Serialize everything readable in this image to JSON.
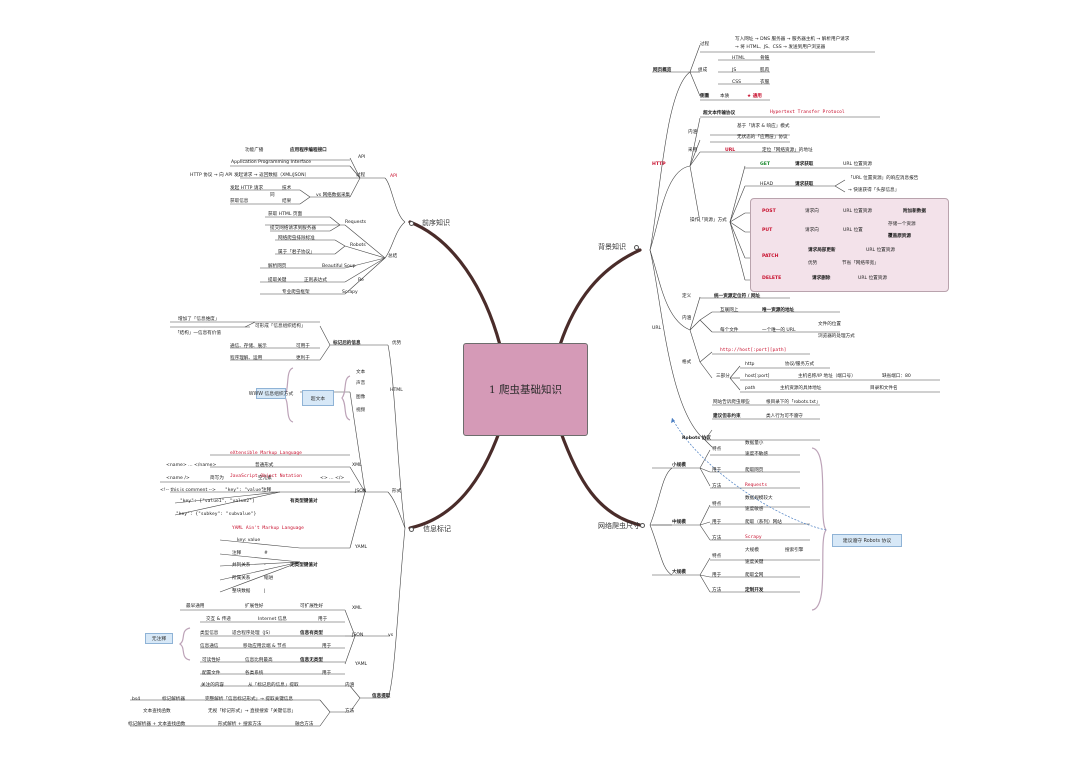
{
  "root": {
    "title": "1 爬虫基础知识"
  },
  "branches": {
    "background": "背景知识",
    "network": "网络爬虫尺寸",
    "prerequisite": "前序知识",
    "markup": "信息标记"
  },
  "bg": {
    "webpage": "网页概览",
    "process_label": "过程",
    "process_line1": "写入网址 → DNS 服务器 → 服务器主机 → 解析用户请求",
    "process_line2": "→ 将 HTML、JS、CSS → 发送到用户浏览器",
    "comp_label": "组成",
    "html": "HTML",
    "html_v": "骨骼",
    "js": "JS",
    "js_v": "肌肉",
    "css": "CSS",
    "css_v": "衣服",
    "focus_label": "侧重",
    "focus_v1": "本质",
    "focus_v2": "★ 通用",
    "http": "HTTP",
    "hyper": "超文本传输协议",
    "hyper_en": "Hypertext Transfer Protocol",
    "content_label": "内涵",
    "content_v1": "基于「请求 & 响应」模式",
    "content_v2": "无状态的「应用层」协议",
    "use_label": "采用",
    "url": "URL",
    "url_desc": "定位「网络资源」的地址",
    "op_label": "操作「资源」方式",
    "get": "GET",
    "get_v": "请求获取",
    "get_url": "URL 位置资源",
    "head": "HEAD",
    "head_v": "请求获取",
    "head_a": "「URL 位置资源」的响应消息报告",
    "head_b": "→ 快速获得「头部信息」",
    "post": "POST",
    "post_a": "请求向",
    "post_url": "URL 位置资源",
    "post_v": "附加新数据",
    "put": "PUT",
    "put_a": "请求向",
    "put_url": "URL 位置",
    "put_b": "存储一个资源",
    "put_c": "覆盖原资源",
    "patch": "PATCH",
    "patch_v": "请求局部更新",
    "patch_url": "URL 位置资源",
    "patch_a": "优势",
    "patch_b": "节省「网络带宽」",
    "delete": "DELETE",
    "delete_v": "请求删除",
    "delete_url": "URL 位置资源",
    "url2": "URL",
    "url_def_label": "定义",
    "url_def": "统一资源定位符 / 网址",
    "inner_label": "内涵",
    "inner_a": "互联网上",
    "inner_a_v": "唯一资源的地址",
    "inner_b": "每个文件",
    "inner_b_v": "一个唯一的 URL",
    "inner_b_x1": "文件的位置",
    "inner_b_x2": "浏览器的处理方式",
    "format_label": "格式",
    "format_str": "http://host[:port][path]",
    "comp2_label": "三部分",
    "f_http": "http",
    "f_http_v": "协议/服务方式",
    "f_host": "host[:port]",
    "f_host_v": "主机名称/IP 地址（端口号）",
    "f_host_x": "缺省端口：80",
    "f_path": "path",
    "f_path_v": "主机资源的具体地址",
    "f_path_x": "目录和文件名",
    "robots": "Robots 协议",
    "robots_a": "网站告诉爬虫哪些",
    "robots_a2": "根目录下的「robots.txt」",
    "robots_b": "建议但非约束",
    "robots_b2": "类人行为可不遵守"
  },
  "net": {
    "small": "小规模",
    "s_feat": "特点",
    "s_f1": "数据量小",
    "s_f2": "速度不敏感",
    "s_use": "用于",
    "s_use_v": "爬取网页",
    "s_method": "方法",
    "s_method_v": "Requests",
    "mid": "中规模",
    "m_feat": "特点",
    "m_f1": "数据规模较大",
    "m_f2": "速度敏感",
    "m_use": "用于",
    "m_use_v": "爬取（系列）网站",
    "m_method": "方法",
    "m_method_v": "Scrapy",
    "large": "大规模",
    "l_feat": "特点",
    "l_f1": "大规模",
    "l_f1b": "搜索引擎",
    "l_f2": "速度关键",
    "l_use": "用于",
    "l_use_v": "爬取全网",
    "l_method": "方法",
    "l_method_v": "定制开发",
    "note": "建议遵守 Robots 协议"
  },
  "pre": {
    "api": "API",
    "api_a": "应用程序编程接口",
    "api_a0": "功能广播",
    "api_en": "Application Programming Interface",
    "api_proc": "过程",
    "api_proc_v": "HTTP 协议 → 向 API 发起请求 → 返回数据（XML/JSON）",
    "same": "同",
    "same_a": "发起 HTTP 请求",
    "same_a2": "技术",
    "same_b": "获取信息",
    "same_b2": "结果",
    "same_vs": "vs 网络数据采集",
    "tool": "总结",
    "req": "Requests",
    "req_a": "获取 HTML 页面",
    "req_b": "提交网络请求到服务器",
    "rob": "Robots",
    "rob_a": "网络爬虫排除标准",
    "rob_b": "属于「君子协议」",
    "bs": "Beautiful Soup",
    "bs_a": "解析网页",
    "re": "Re",
    "re_a": "正则表达式",
    "re_a0": "提取关键",
    "scrapy": "Scrapy",
    "scrapy_a": "专业爬虫框架"
  },
  "mk": {
    "purpose": "标记后的信息",
    "purpose_label": "优势",
    "p1": "增加了「信息维度」",
    "p2": "可形成「信息组织结构」",
    "p3": "「结构」一信息有价值",
    "p4": "通信、存储、展示",
    "p4b": "可用于",
    "p5": "程序理解、运用",
    "p5b": "更利于",
    "html": "HTML",
    "www": "WWW 信息组织方式",
    "hyper": "超文本",
    "h1": "文本",
    "h2": "声音",
    "h3": "图像",
    "h4": "视频",
    "format": "形式",
    "xml": "XML",
    "xml_en": "eXtensible Markup Language",
    "xml_a": "<name> ... </name>",
    "xml_a2": "普通形式",
    "xml_b": "<name />",
    "xml_b2": "空元素",
    "xml_b0": "简写为",
    "xml_b3": "<> ... </>",
    "xml_c": "<!-- this is comment -->",
    "xml_c2": "注释",
    "json": "JSON",
    "json_en": "JavaScript Object Notation",
    "json_a": "\"key\": \"value\"",
    "json_b": "\"key\": [\"value1\", \"value2\"]",
    "json_b2": "有类型键值对",
    "json_c": "\"key\": {\"subkey\": \"subvalue\"}",
    "yaml": "YAML",
    "yaml_en": "YAML Ain't Markup Language",
    "yaml_a": "key: value",
    "yaml_b": "注释",
    "yaml_b2": "#",
    "yaml_c": "并列关系",
    "yaml_c2": "-",
    "yaml_d": "所属关系",
    "yaml_d2": "缩进",
    "yaml_e": "整块数据",
    "yaml_e2": "|",
    "yaml_v": "无类型键值对",
    "vs": "vs",
    "vs_xml": "XML",
    "vs_xml_a": "最早通用",
    "vs_xml_a2": "扩展性好",
    "vs_xml_a3": "可扩展性好",
    "vs_xml_b": "交互 & 传递",
    "vs_xml_b2": "Internet 信息",
    "vs_xml_b3": "用于",
    "vs_json": "JSON",
    "vs_json_a": "类型信息",
    "vs_json_a2": "适合程序处理（JS）",
    "vs_json_a3": "信息有类型",
    "vs_json_b": "信息通信",
    "vs_json_b2": "移动应用云端 & 节点",
    "vs_json_b3": "用于",
    "vs_json_note": "无注释",
    "vs_yaml": "YAML",
    "vs_yaml_a": "可读性好",
    "vs_yaml_a2": "信息比例最高",
    "vs_yaml_a3": "信息无类型",
    "vs_yaml_b": "配置文件",
    "vs_yaml_b2": "各类系统",
    "vs_yaml_b3": "用于",
    "extract": "信息提取",
    "ex_a": "从「标记后的信息」提取",
    "ex_a0": "关注的内容",
    "ex_a2": "内涵",
    "ex_b": "方法",
    "ex_b1": "bs4",
    "ex_b2": "标记解析器",
    "ex_b3": "完整解析「信息标记形式」→ 提取关键信息",
    "ex_c": "无视「标记形式」→ 直接搜索「关键信息」",
    "ex_c0": "文本查找函数",
    "ex_d": "标记解析器 + 文本查找函数",
    "ex_d2": "形式解析 + 搜索方法",
    "ex_d3": "融合方法"
  }
}
